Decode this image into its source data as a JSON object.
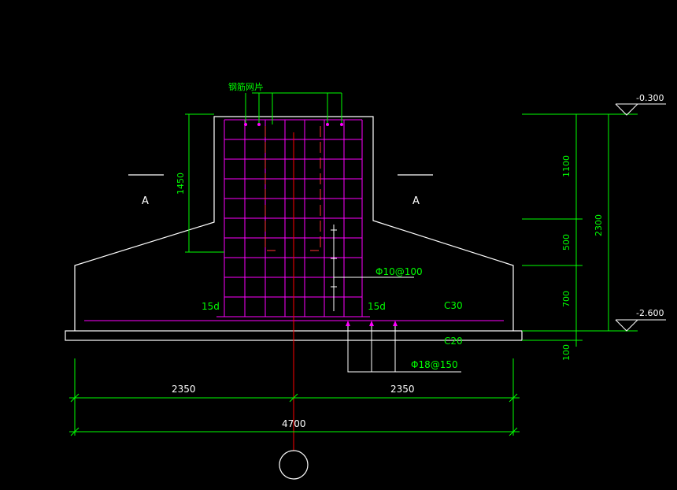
{
  "drawing": {
    "rebar_mesh_label": "钢筋网片",
    "section_mark_left": "A",
    "section_mark_right": "A",
    "stirrup_spec": "Φ10@100",
    "bottom_bar_spec": "Φ18@150",
    "anchor_left": "15d",
    "anchor_right": "15d",
    "concrete_footing": "C30",
    "concrete_bedding": "C20",
    "elev_top": "-0.300",
    "elev_bottom": "-2.600",
    "dim_pedestal_height": "1450",
    "dim_right_1": "1100",
    "dim_right_2": "500",
    "dim_right_3": "700",
    "dim_right_4": "100",
    "dim_right_total": "2300",
    "dim_half_left": "2350",
    "dim_half_right": "2350",
    "dim_total_width": "4700"
  },
  "colors": {
    "background": "#000000",
    "outline": "#ffffff",
    "dimension": "#00ff00",
    "rebar": "#ff00ff",
    "centerline": "#ff0000",
    "hidden_rebar": "#ff3333"
  }
}
